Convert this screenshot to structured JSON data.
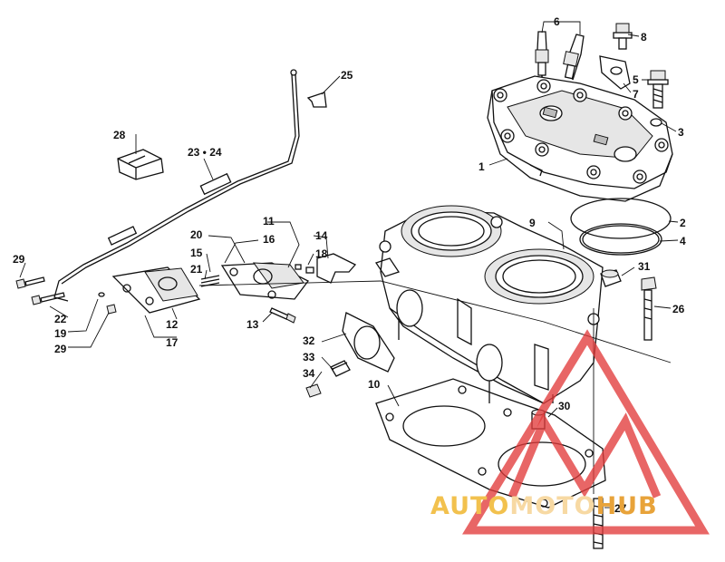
{
  "labels": [
    {
      "id": "1",
      "text": "1"
    },
    {
      "id": "2",
      "text": "2"
    },
    {
      "id": "3",
      "text": "3"
    },
    {
      "id": "4",
      "text": "4"
    },
    {
      "id": "5",
      "text": "5"
    },
    {
      "id": "6",
      "text": "6"
    },
    {
      "id": "7",
      "text": "7"
    },
    {
      "id": "8",
      "text": "8"
    },
    {
      "id": "9",
      "text": "9"
    },
    {
      "id": "10",
      "text": "10"
    },
    {
      "id": "11",
      "text": "11"
    },
    {
      "id": "12",
      "text": "12"
    },
    {
      "id": "13",
      "text": "13"
    },
    {
      "id": "14",
      "text": "14"
    },
    {
      "id": "15",
      "text": "15"
    },
    {
      "id": "16",
      "text": "16"
    },
    {
      "id": "17",
      "text": "17"
    },
    {
      "id": "18",
      "text": "18"
    },
    {
      "id": "19",
      "text": "19"
    },
    {
      "id": "20",
      "text": "20"
    },
    {
      "id": "21",
      "text": "21"
    },
    {
      "id": "22",
      "text": "22"
    },
    {
      "id": "23-24",
      "text": "23 • 24"
    },
    {
      "id": "25",
      "text": "25"
    },
    {
      "id": "26",
      "text": "26"
    },
    {
      "id": "27",
      "text": "27"
    },
    {
      "id": "28",
      "text": "28"
    },
    {
      "id": "29a",
      "text": "29"
    },
    {
      "id": "29b",
      "text": "29"
    },
    {
      "id": "30",
      "text": "30"
    },
    {
      "id": "31",
      "text": "31"
    },
    {
      "id": "32",
      "text": "32"
    },
    {
      "id": "33",
      "text": "33"
    },
    {
      "id": "34",
      "text": "34"
    }
  ],
  "watermark": {
    "part1": "AUTO",
    "part2": "MOTO",
    "part3": "HUB",
    "color1": "#f2c14e",
    "color2": "#f7d9a3",
    "color3": "#e8a33a",
    "logo_color": "#e23b3b"
  }
}
